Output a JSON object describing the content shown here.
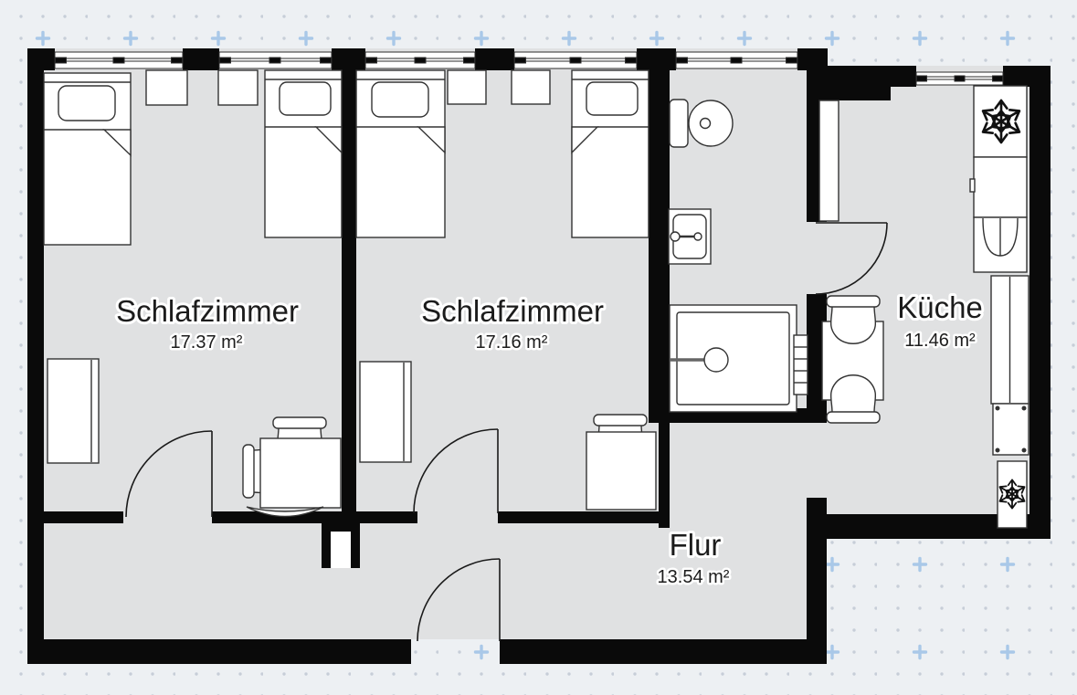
{
  "plan": {
    "type": "floor-plan",
    "rooms": [
      {
        "name": "Schlafzimmer",
        "area": "17.37 m²"
      },
      {
        "name": "Schlafzimmer",
        "area": "17.16 m²"
      },
      {
        "name": "Küche",
        "area": "11.46 m²"
      },
      {
        "name": "Flur",
        "area": "13.54 m²"
      }
    ],
    "icons": {
      "refrigerator": "snowflake-icon",
      "freezer": "snowflake-icon"
    },
    "colors": {
      "wall": "#0a0a0a",
      "floor": "#e0e1e2",
      "background": "#edf0f3",
      "grid_dot": "#c7ced8",
      "grid_plus": "#a9c8e8",
      "furniture_fill": "#ffffff",
      "furniture_stroke": "#333333"
    }
  }
}
